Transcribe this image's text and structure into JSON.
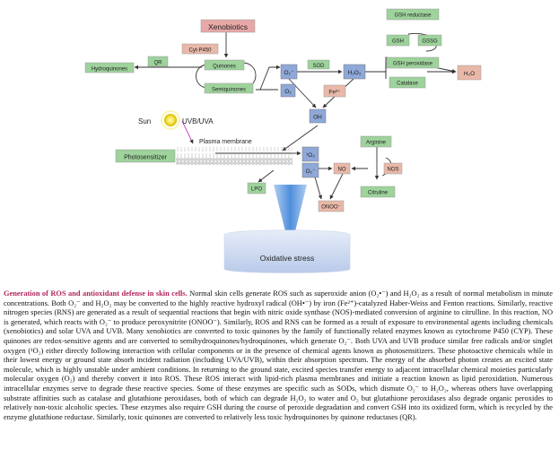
{
  "diagram": {
    "nodes": {
      "xenobiotics": "Xenobiotics",
      "cyt_p450": "Cyt-P450",
      "qr": "QR",
      "hydroquinones": "Hydroquinones",
      "quinones": "Quinones",
      "semiquinones": "Semiquinones",
      "o2_radical": "O₂⁻",
      "o2": "O₂",
      "sod": "SOD",
      "h2o2": "H₂O₂",
      "fe2": "Fe²⁺",
      "oh": "OH",
      "gsh_reductase": "GSH reductase",
      "gsh": "GSH",
      "gssg": "GSSG",
      "gsh_peroxidase": "GSH peroxidase",
      "catalase": "Catalase",
      "h2o": "H₂O",
      "sun": "Sun",
      "uvb_uva": "UVB/UVA",
      "plasma_membrane": "Plasma membrane",
      "photosensitizer": "Photosensitizer",
      "singlet_o2": "¹O₂",
      "o2_radical_2": "O₂⁻",
      "no": "NO",
      "nos": "NOS",
      "arginine": "Arginine",
      "citruline": "Citruline",
      "lpo": "LPO",
      "onoo": "ONOO⁻",
      "oxidative_stress": "Oxidative stress"
    },
    "colors": {
      "green": "#9ed39c",
      "blue": "#8fa8d8",
      "pink": "#e9b8a8",
      "xeno": "#e8a8a8",
      "caption_title": "#b0245a"
    }
  },
  "caption": {
    "title": "Generation of ROS and antioxidant defense in skin cells.",
    "body": "Normal skin cells generate ROS such as superoxide anion (O₂•⁻) and H₂O₂ as a result of normal metabolism in minute concentrations. Both O₂⁻ and H₂O₂ may be converted to the highly reactive hydroxyl radical (OH•⁻) by iron (Fe²⁺)-catalyzed Haber-Weiss and Fenton reactions. Similarly, reactive nitrogen species (RNS) are generated as a result of sequential reactions that begin with nitric oxide synthase (NOS)-mediated conversion of arginine to citrulline. In this reaction, NO is generated, which reacts with O₂⁻ to produce peroxynitrite (ONOO⁻). Similarly, ROS and RNS can be formed as a result of exposure to environmental agents including chemicals (xenobiotics) and solar UVA and UVB. Many xenobiotics are converted to toxic quinones by the family of functionally related enzymes known as cytochrome P450 (CYP). These quinones are redox-sensitive agents and are converted to semihydroquinones/hydroquinones, which generate O₂⁻. Both UVA and UVB produce similar free radicals and/or singlet oxygen (¹O₂) either directly following interaction with cellular components or in the presence of chemical agents known as photosensitizers. These photoactive chemicals while in their lowest energy or ground state absorb incident radiation (including UVA/UVB), within their absorption spectrum. The energy of the absorbed photon creates an excited state molecule, which is highly unstable under ambient conditions. In returning to the ground state, excited species transfer energy to adjacent intracellular chemical moieties particularly molecular oxygen (O₂) and thereby convert it into ROS. These ROS interact with lipid-rich plasma membranes and initiate a reaction known as lipid peroxidation. Numerous intracellular enzymes serve to degrade these reactive species. Some of these enzymes are specific such as SODs, which dismute O₂⁻ to H₂O₂, whereas others have overlapping substrate affinities such as catalase and glutathione peroxidases, both of which can degrade H₂O₂ to water and O₂ but glutathione peroxidases also degrade organic peroxides to relatively non-toxic alcoholic species. These enzymes also require GSH during the course of peroxide degradation and convert GSH into its oxidized form, which is recycled by the enzyme glutathione reductase. Similarly, toxic quinones are converted to relatively less toxic hydroquinones by quinone reductases (QR)."
  }
}
